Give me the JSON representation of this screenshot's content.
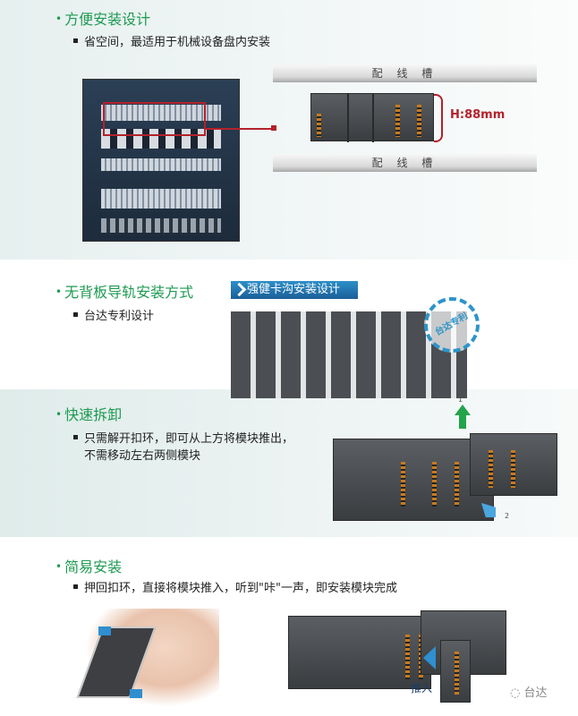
{
  "sections": [
    {
      "heading": "方便安装设计",
      "bullets": [
        "省空间，最适用于机械设备盘内安装"
      ],
      "duct_label_top": "配 线 槽",
      "duct_label_bottom": "配 线 槽",
      "height_label": "H:88mm"
    },
    {
      "heading": "无背板导轨安装方式",
      "bullets": [
        "台达专利设计"
      ],
      "banner": "强健卡沟安装设计",
      "stamp": "台达专利"
    },
    {
      "heading": "快速拆卸",
      "bullets": [
        "只需解开扣环，即可从上方将模块推出，",
        "不需移动左右两侧模块"
      ],
      "step_up": "1",
      "step_out": "2"
    },
    {
      "heading": "简易安装",
      "bullets": [
        "押回扣环，直接将模块推入，听到\"咔\"一声，即安装模块完成"
      ],
      "push_label": "推入"
    }
  ],
  "watermark": "台达",
  "colors": {
    "heading": "#1e9a52",
    "accent_red": "#b3222c",
    "accent_blue": "#2d94c9"
  }
}
